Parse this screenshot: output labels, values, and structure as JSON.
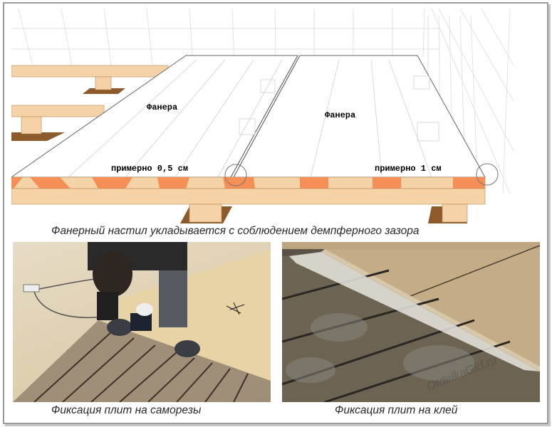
{
  "diagram": {
    "title": "Фанерный настил укладывается с соблюдением демпферного зазора",
    "panel_left_label": "Фанера",
    "panel_right_label": "Фанера",
    "gap_left_label": "примерно 0,5 см",
    "gap_right_label": "примерно 1 см",
    "colors": {
      "joist": "#f6d3a6",
      "joist_end": "#f58f55",
      "pad": "#8c5a2b",
      "grid": "#dcdcdc",
      "outline": "#555555"
    }
  },
  "photos": [
    {
      "caption": "Фиксация плит на саморезы"
    },
    {
      "caption": "Фиксация плит на клей",
      "watermark": "OtdelkaGid.ru"
    }
  ]
}
